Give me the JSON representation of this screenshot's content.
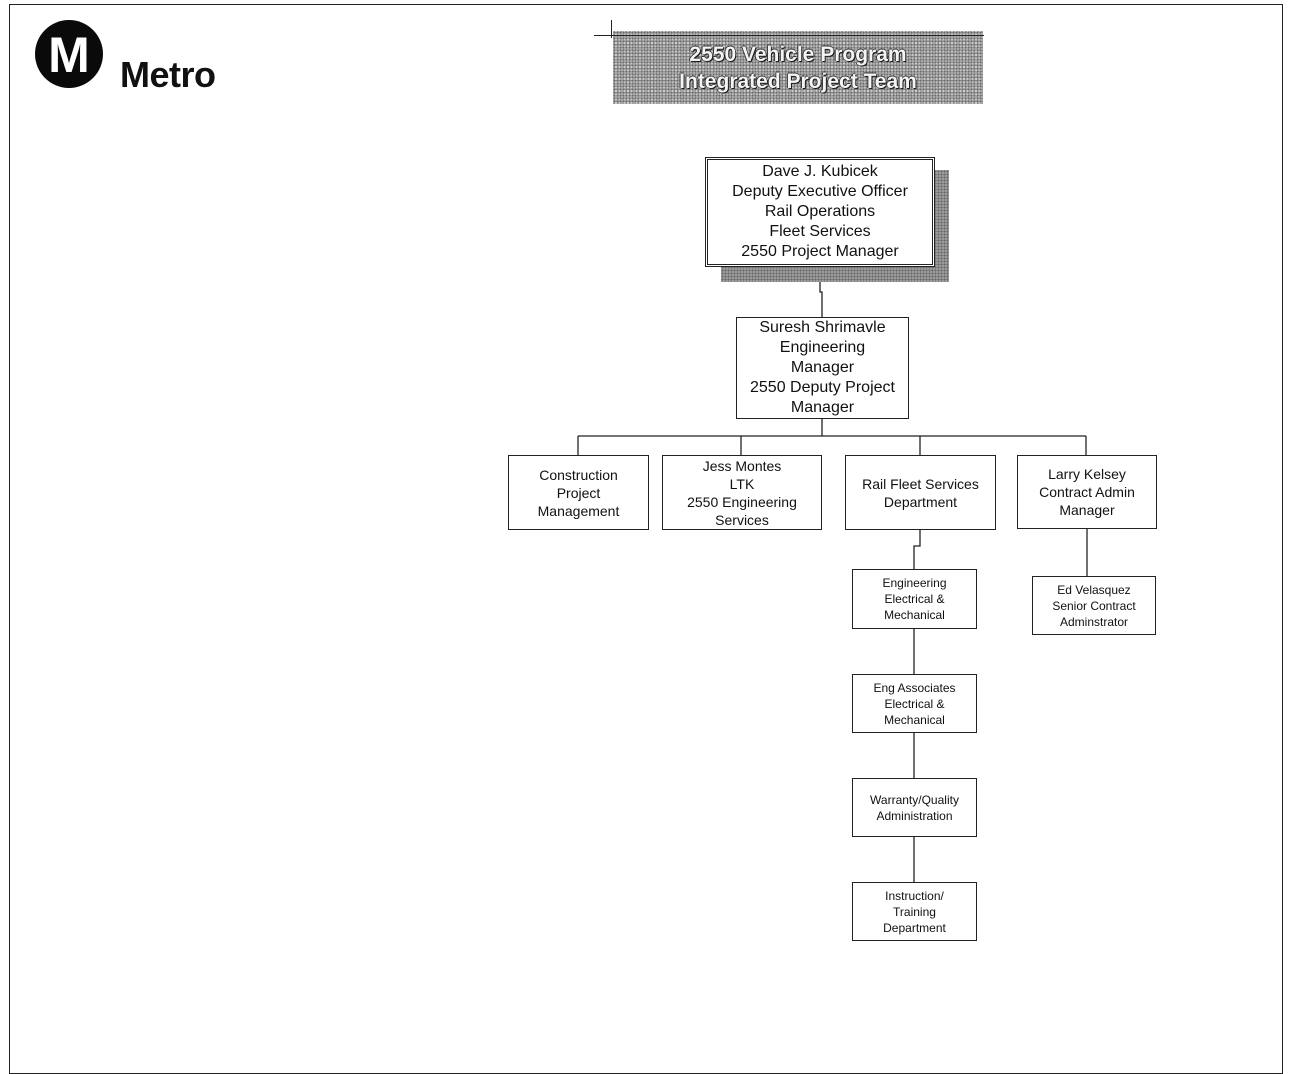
{
  "logo": {
    "letter": "M",
    "wordmark": "Metro"
  },
  "title": {
    "line1": "2550 Vehicle Program",
    "line2": "Integrated Project Team"
  },
  "org_chart": {
    "project_manager": [
      "Dave J. Kubicek",
      "Deputy Executive Officer",
      "Rail Operations",
      "Fleet Services",
      "2550 Project Manager"
    ],
    "deputy_project_manager": [
      "Suresh Shrimavle",
      "Engineering",
      "Manager",
      "2550 Deputy Project",
      "Manager"
    ],
    "construction_pm": [
      "Construction",
      "Project",
      "Management"
    ],
    "ltk": [
      "Jess Montes",
      "LTK",
      "2550 Engineering",
      "Services"
    ],
    "rail_fleet": [
      "Rail Fleet Services",
      "Department"
    ],
    "contract_admin": [
      "Larry Kelsey",
      "Contract Admin",
      "Manager"
    ],
    "engineering_em": [
      "Engineering",
      "Electrical &",
      "Mechanical"
    ],
    "eng_associates": [
      "Eng Associates",
      "Electrical &",
      "Mechanical"
    ],
    "warranty": [
      "Warranty/Quality",
      "Administration"
    ],
    "instruction": [
      "Instruction/",
      "Training",
      "Department"
    ],
    "senior_contract": [
      "Ed Velasquez",
      "Senior Contract",
      "Adminstrator"
    ]
  }
}
